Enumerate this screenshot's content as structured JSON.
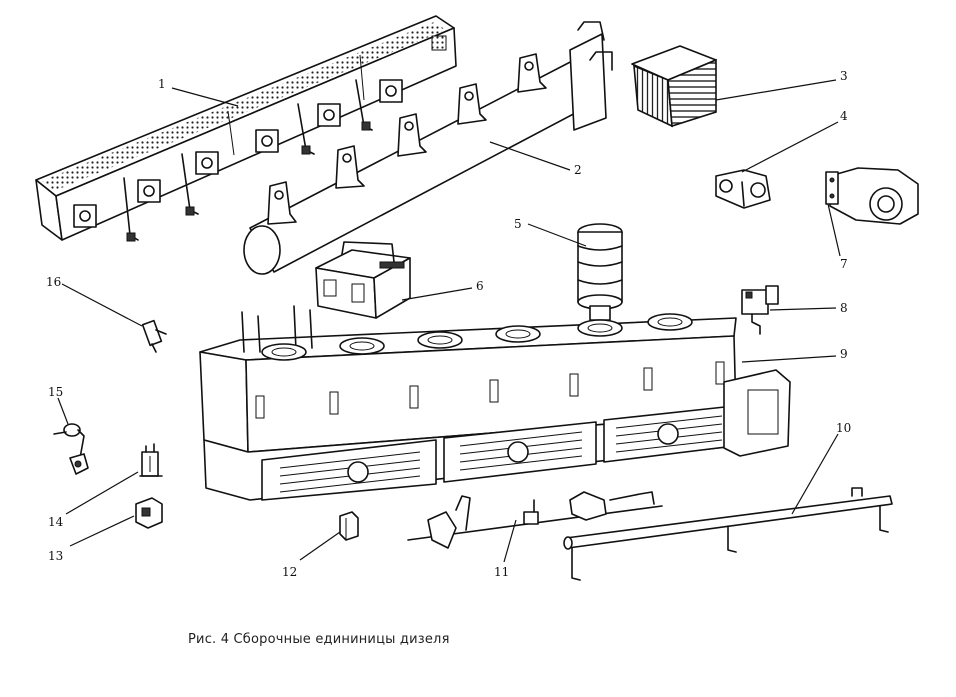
{
  "caption": "Рис. 4 Сборочные едининицы дизеля",
  "callouts": [
    "1",
    "2",
    "3",
    "4",
    "5",
    "6",
    "7",
    "8",
    "9",
    "10",
    "11",
    "12",
    "13",
    "14",
    "15",
    "16"
  ]
}
